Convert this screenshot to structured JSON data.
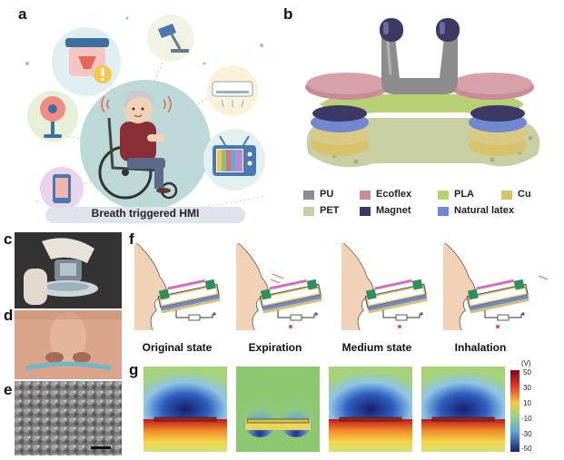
{
  "panels": {
    "a": "a",
    "b": "b",
    "c": "c",
    "d": "d",
    "e": "e",
    "f": "f",
    "g": "g"
  },
  "panel_a": {
    "caption": "Breath triggered HMI"
  },
  "materials": [
    {
      "name": "PU",
      "color": "#8c8c8c"
    },
    {
      "name": "Ecoflex",
      "color": "#c98b95"
    },
    {
      "name": "PLA",
      "color": "#b9cf74"
    },
    {
      "name": "Cu",
      "color": "#d7c16a"
    },
    {
      "name": "PET",
      "color": "#c7cfa3"
    },
    {
      "name": "Magnet",
      "color": "#3c3a64"
    },
    {
      "name": "Natural latex",
      "color": "#6f88cf"
    }
  ],
  "states": [
    "Original state",
    "Expiration",
    "Medium state",
    "Inhalation"
  ],
  "colorbar": {
    "unit": "(V)",
    "ticks": [
      "50",
      "30",
      "10",
      "-10",
      "-30",
      "-50"
    ]
  }
}
